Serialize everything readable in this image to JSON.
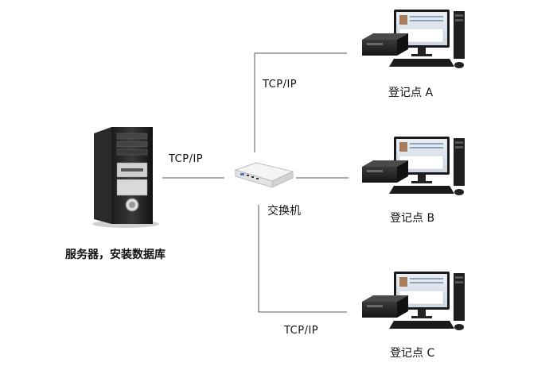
{
  "diagram": {
    "server": {
      "label": "服务器，安装数据库",
      "icon": "server-tower-icon"
    },
    "switch": {
      "label": "交换机",
      "icon": "network-switch-icon"
    },
    "links": {
      "server_switch": "TCP/IP",
      "switch_top": "TCP/IP",
      "switch_bottom": "TCP/IP"
    },
    "stations": [
      {
        "label": "登记点 A",
        "icon": "workstation-icon"
      },
      {
        "label": "登记点 B",
        "icon": "workstation-icon"
      },
      {
        "label": "登记点 C",
        "icon": "workstation-icon"
      }
    ]
  }
}
